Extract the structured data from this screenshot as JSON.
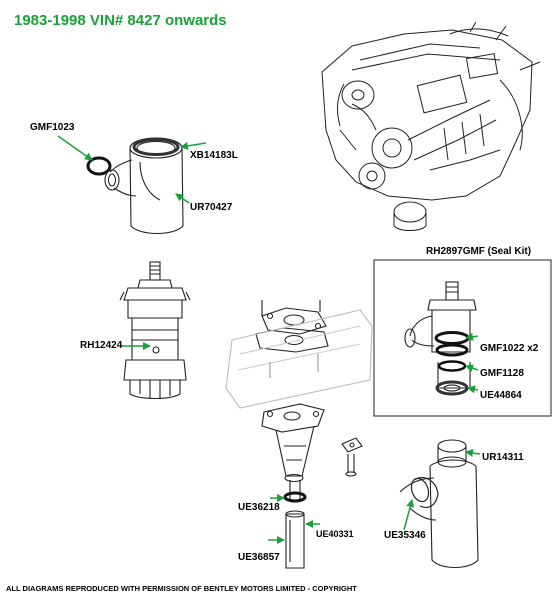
{
  "title": "1983-1998 VIN# 8427 onwards",
  "footer": "ALL DIAGRAMS REPRODUCED WITH PERMISSION OF BENTLEY MOTORS LIMITED - COPYRIGHT",
  "colors": {
    "title": "#1aa13a",
    "arrow": "#1aa13a",
    "line": "#222222"
  },
  "parts": {
    "gmf1023": "GMF1023",
    "xb14183l": "XB14183L",
    "ur70427": "UR70427",
    "rh12424": "RH12424",
    "seal_kit": "RH2897GMF (Seal Kit)",
    "gmf1022": "GMF1022 x2",
    "gmf1128": "GMF1128",
    "ue44864": "UE44864",
    "ur14311": "UR14311",
    "ue35346": "UE35346",
    "ue36218": "UE36218",
    "ue40331": "UE40331",
    "ue36857": "UE36857"
  }
}
